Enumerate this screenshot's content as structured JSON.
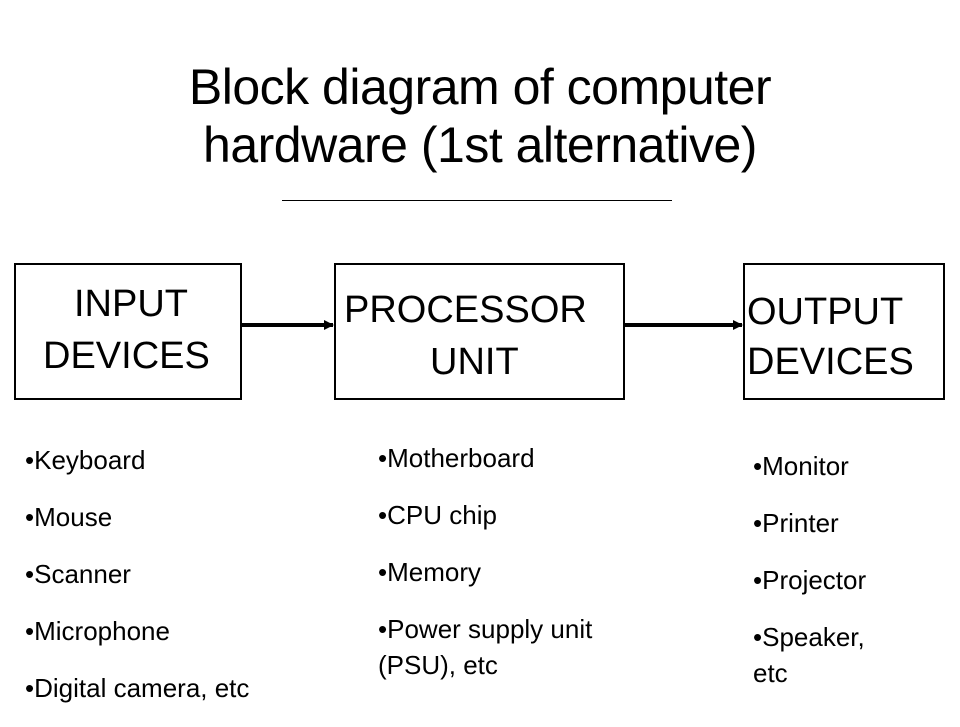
{
  "title": {
    "line1": "Block diagram of computer",
    "line2": "hardware (1st alternative)"
  },
  "blocks": {
    "input": {
      "line1": "INPUT",
      "line2": "DEVICES"
    },
    "processor": {
      "line1": "PROCESSOR",
      "line2": "UNIT"
    },
    "output": {
      "line1": "OUTPUT",
      "line2": "DEVICES"
    }
  },
  "bullet": "•",
  "lists": {
    "input": [
      "Keyboard",
      "Mouse",
      "Scanner",
      "Microphone",
      "Digital camera, etc"
    ],
    "processor": [
      "Motherboard",
      "CPU chip",
      "Memory",
      "Power supply unit (PSU), etc"
    ],
    "output": [
      "Monitor",
      "Printer",
      "Projector",
      "Speaker, etc"
    ]
  },
  "colors": {
    "text": "#000000",
    "background": "#ffffff",
    "stroke": "#000000"
  }
}
